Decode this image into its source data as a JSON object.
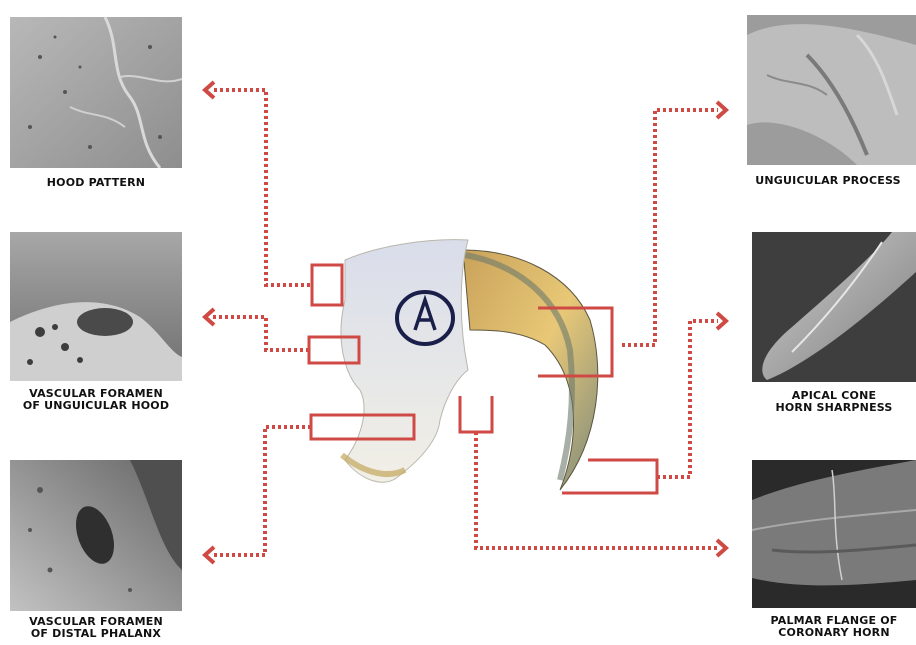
{
  "colors": {
    "connector": "#cf4a44",
    "sem_light": "#c9c9c9",
    "sem_dark": "#5e5e5e"
  },
  "labels": {
    "hood_pattern": "HOOD PATTERN",
    "vascular_hood_l1": "VASCULAR FORAMEN",
    "vascular_hood_l2": "OF UNGUICULAR HOOD",
    "vascular_phalanx_l1": "VASCULAR FORAMEN",
    "vascular_phalanx_l2": "OF DISTAL PHALANX",
    "unguicular_process": "UNGUICULAR PROCESS",
    "apical_l1": "APICAL CONE",
    "apical_l2": "HORN SHARPNESS",
    "palmar_l1": "PALMAR FLANGE OF",
    "palmar_l2": "CORONARY HORN"
  },
  "images": {
    "panel_hood_pattern": "sem-micrograph-hood-pattern",
    "panel_vascular_hood": "sem-micrograph-vascular-foramen-hood",
    "panel_vascular_phalanx": "sem-micrograph-vascular-foramen-phalanx",
    "panel_unguicular_process": "sem-micrograph-unguicular-process",
    "panel_apical_cone": "sem-micrograph-apical-cone",
    "panel_palmar_flange": "sem-micrograph-palmar-flange",
    "specimen": "claw-specimen-photo"
  }
}
